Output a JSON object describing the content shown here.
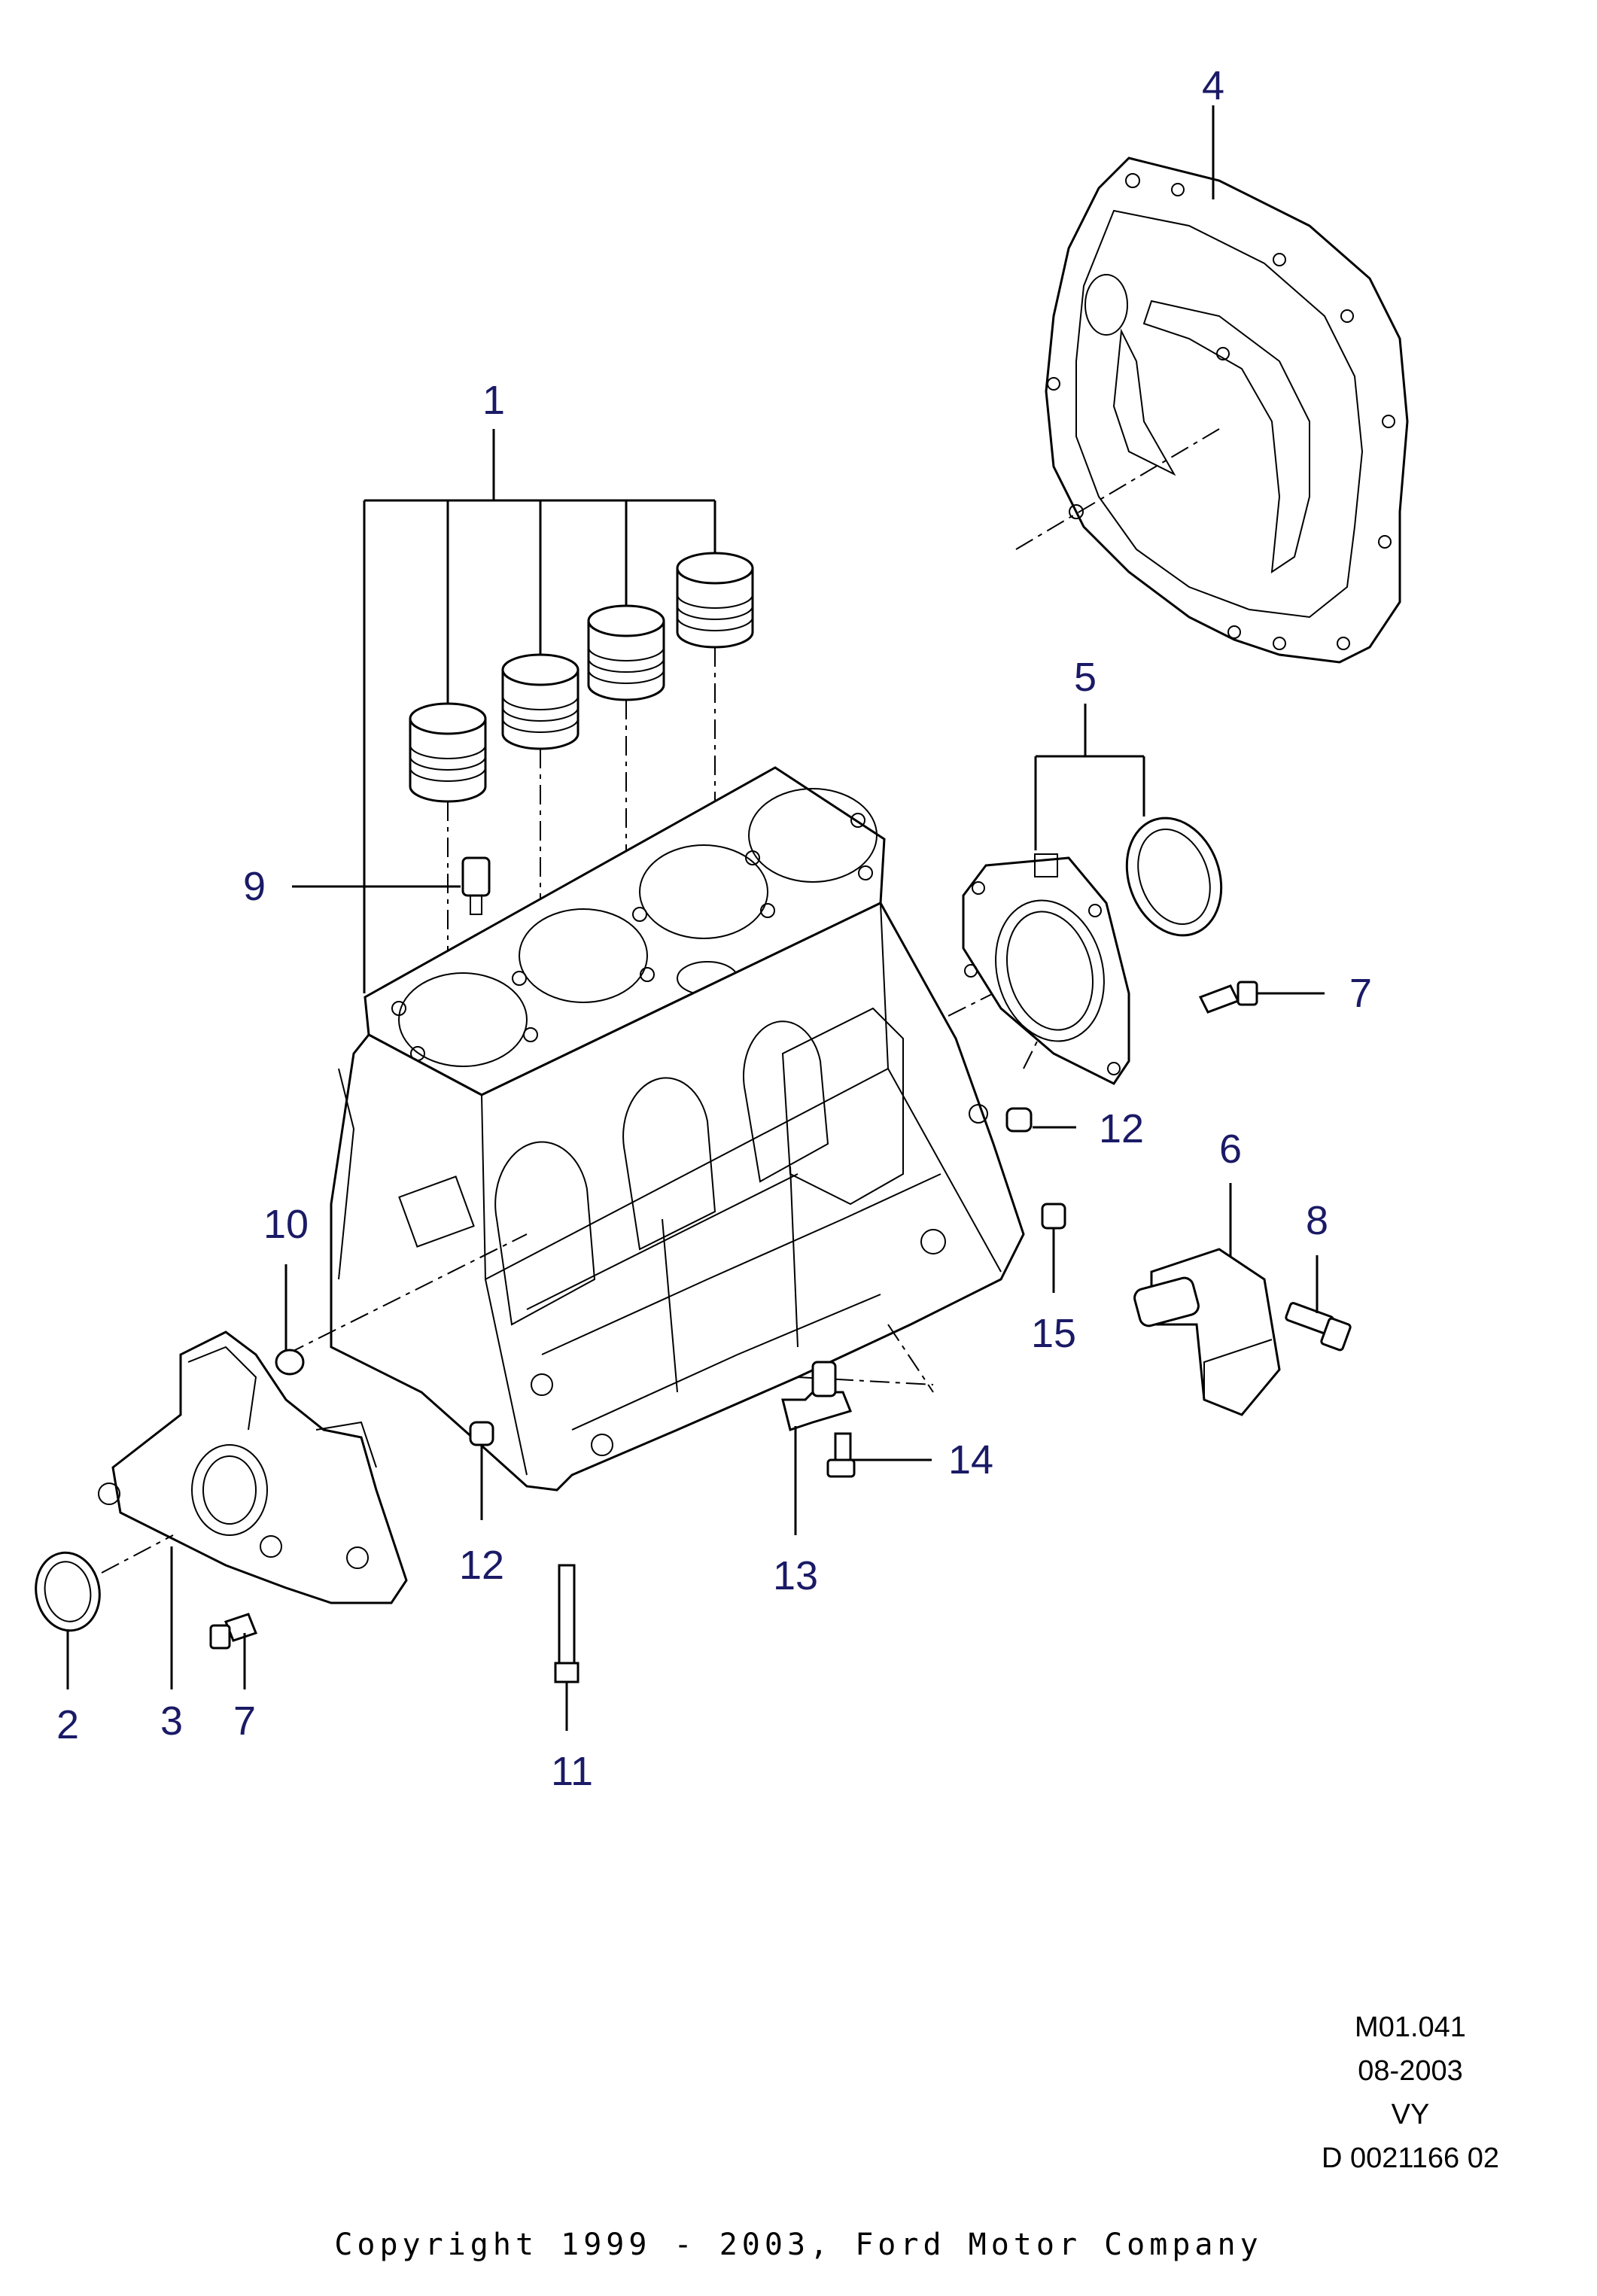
{
  "callouts": {
    "c1": "1",
    "c2": "2",
    "c3": "3",
    "c4": "4",
    "c5": "5",
    "c6": "6",
    "c7a": "7",
    "c7b": "7",
    "c8": "8",
    "c9": "9",
    "c10": "10",
    "c11": "11",
    "c12a": "12",
    "c12b": "12",
    "c13": "13",
    "c14": "14",
    "c15": "15"
  },
  "meta": {
    "ref": "M01.041",
    "date": "08-2003",
    "code": "VY",
    "doc_id": "D 0021166 02"
  },
  "copyright": "Copyright 1999 - 2003, Ford Motor Company"
}
